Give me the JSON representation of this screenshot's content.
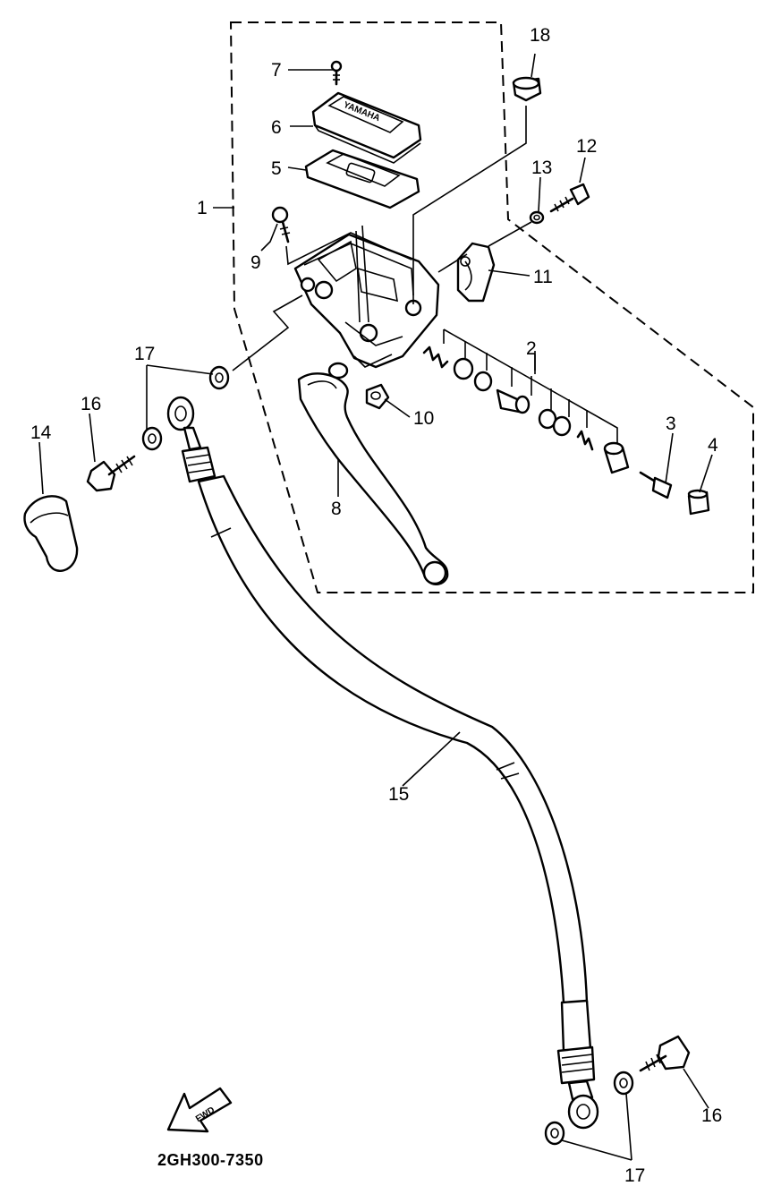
{
  "diagram": {
    "code": "2GH300-7350",
    "arrow_text": "FWD",
    "cap_stamp": "YAMAHA",
    "labels": {
      "l1": "1",
      "l2": "2",
      "l3": "3",
      "l4": "4",
      "l5": "5",
      "l6": "6",
      "l7": "7",
      "l8": "8",
      "l9": "9",
      "l10": "10",
      "l11": "11",
      "l12": "12",
      "l13": "13",
      "l14": "14",
      "l15": "15",
      "l16a": "16",
      "l16b": "16",
      "l17a": "17",
      "l17b": "17",
      "l18": "18"
    }
  }
}
